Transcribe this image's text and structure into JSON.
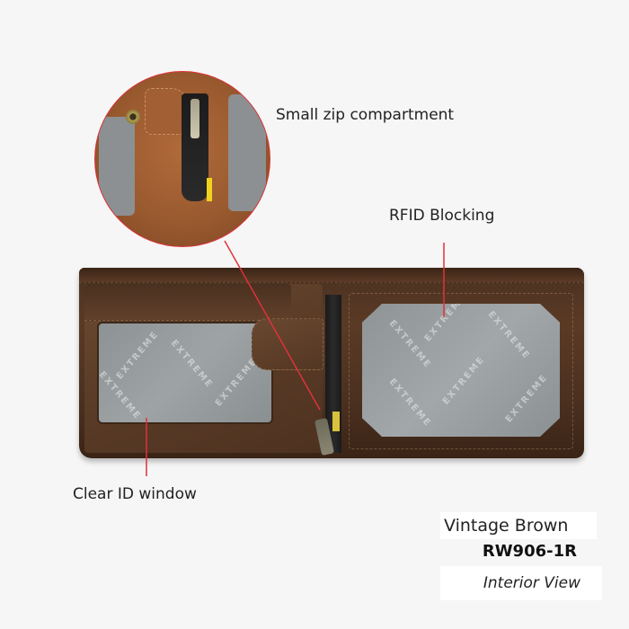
{
  "product": {
    "image_subject": "Leather bifold wallet, interior view",
    "color_name": "Vintage Brown",
    "model_code": "RW906-1R",
    "view_label": "Interior View",
    "watermark_text": "EXTREME"
  },
  "callouts": [
    {
      "id": "zip",
      "label": "Small zip compartment"
    },
    {
      "id": "rfid",
      "label": "RFID Blocking"
    },
    {
      "id": "clear_id",
      "label": "Clear ID window"
    }
  ],
  "colors": {
    "background": "#f6f6f6",
    "callout_line": "#e0313a",
    "leather_dark": "#4b3020",
    "leather_inset": "#a25f33",
    "window_grey": "#9ea3a5",
    "zip_tag_yellow": "#f0d21f"
  }
}
